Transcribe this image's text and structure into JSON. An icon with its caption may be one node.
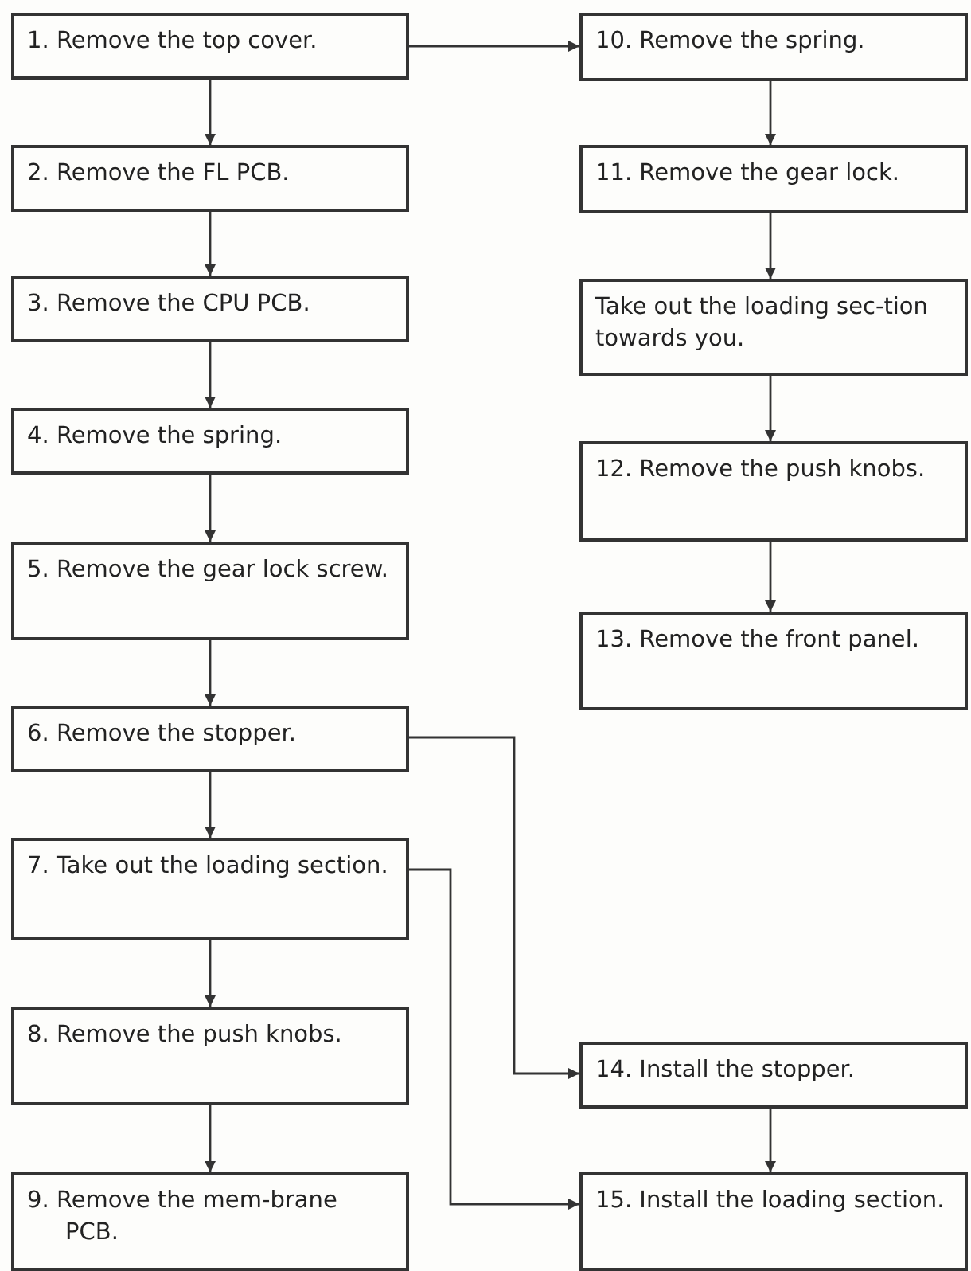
{
  "diagram": {
    "nodes": [
      {
        "text": [
          "1. Remove the top cover."
        ]
      },
      {
        "text": [
          "2. Remove the FL PCB."
        ]
      },
      {
        "text": [
          "3. Remove the CPU PCB."
        ]
      },
      {
        "text": [
          "4. Remove the spring."
        ]
      },
      {
        "text": [
          "5. Remove the gear lock screw."
        ]
      },
      {
        "text": [
          "6. Remove the stopper."
        ]
      },
      {
        "text": [
          "7. Take out the loading section."
        ]
      },
      {
        "text": [
          "8. Remove the push knobs."
        ]
      },
      {
        "text": [
          "9. Remove the mem-brane PCB."
        ]
      },
      {
        "text": [
          "10. Remove the spring."
        ]
      },
      {
        "text": [
          "11. Remove the gear lock."
        ]
      },
      {
        "text": [
          "Take out the loading sec-tion towards you."
        ]
      },
      {
        "text": [
          "12. Remove the push knobs."
        ]
      },
      {
        "text": [
          "13. Remove the front panel."
        ]
      },
      {
        "text": [
          "14. Install the stopper."
        ]
      },
      {
        "text": [
          "15. Install the loading section."
        ]
      }
    ],
    "edges": [
      {
        "from": 0,
        "to": 1,
        "arrow": "to"
      },
      {
        "from": 1,
        "to": 2,
        "arrow": "to"
      },
      {
        "from": 2,
        "to": 3,
        "arrow": "to"
      },
      {
        "from": 3,
        "to": 4,
        "arrow": "to"
      },
      {
        "from": 4,
        "to": 5,
        "arrow": "to"
      },
      {
        "from": 5,
        "to": 6,
        "arrow": "to"
      },
      {
        "from": 6,
        "to": 7,
        "arrow": "to"
      },
      {
        "from": 7,
        "to": 8,
        "arrow": "to"
      },
      {
        "from": 0,
        "to": 9,
        "arrow": "to"
      },
      {
        "from": 9,
        "to": 10,
        "arrow": "to"
      },
      {
        "from": 10,
        "to": 11,
        "arrow": "to"
      },
      {
        "from": 11,
        "to": 12,
        "arrow": "to"
      },
      {
        "from": 12,
        "to": 13,
        "arrow": "to"
      },
      {
        "from": 5,
        "to": 14,
        "arrow": "to"
      },
      {
        "from": 6,
        "to": 15,
        "arrow": "to"
      },
      {
        "from": 14,
        "to": 15,
        "arrow": "to"
      }
    ]
  }
}
